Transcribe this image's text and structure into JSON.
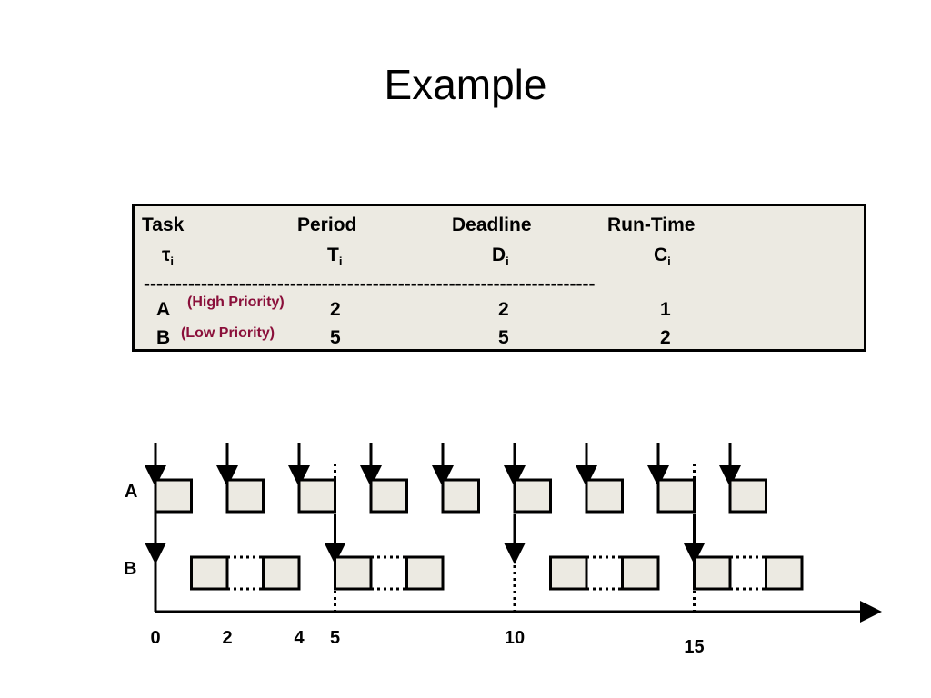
{
  "slide": {
    "title": "Example"
  },
  "task_table": {
    "headers": {
      "task": "Task",
      "period": "Period",
      "deadline": "Deadline",
      "runtime": "Run-Time"
    },
    "symbols": {
      "task": "τ",
      "period": "T",
      "deadline": "D",
      "runtime": "C",
      "subscript": "i"
    },
    "separator": "-----------------------------------------------------------------------",
    "rows": [
      {
        "task": "A",
        "priority": "(High Priority)",
        "period": "2",
        "deadline": "2",
        "runtime": "1"
      },
      {
        "task": "B",
        "priority": "(Low Priority)",
        "period": "5",
        "deadline": "5",
        "runtime": "2"
      }
    ]
  },
  "timeline": {
    "row_labels": [
      "A",
      "B"
    ],
    "tick_labels": [
      {
        "value": 0,
        "label": "0"
      },
      {
        "value": 2,
        "label": "2"
      },
      {
        "value": 4,
        "label": "4"
      },
      {
        "value": 5,
        "label": "5"
      },
      {
        "value": 10,
        "label": "10"
      },
      {
        "value": 15,
        "label": "15"
      }
    ],
    "task_a": {
      "releases": [
        0,
        2,
        4,
        6,
        8,
        10,
        12,
        14,
        16
      ],
      "executions": [
        [
          0,
          1
        ],
        [
          2,
          3
        ],
        [
          4,
          5
        ],
        [
          6,
          7
        ],
        [
          8,
          9
        ],
        [
          10,
          11
        ],
        [
          12,
          13
        ],
        [
          14,
          15
        ],
        [
          16,
          17
        ]
      ]
    },
    "task_b": {
      "releases": [
        0,
        5,
        10,
        15
      ],
      "executions": [
        [
          1,
          2
        ],
        [
          3,
          4
        ],
        [
          5,
          6
        ],
        [
          7,
          8
        ],
        [
          11,
          12
        ],
        [
          13,
          14
        ],
        [
          15,
          16
        ],
        [
          17,
          18
        ]
      ],
      "preempted": [
        [
          2,
          3
        ],
        [
          6,
          7
        ],
        [
          12,
          13
        ],
        [
          16,
          17
        ]
      ]
    },
    "period_markers": [
      5,
      10,
      15
    ],
    "colors": {
      "box_fill": "#eceae2",
      "stroke": "#000000",
      "priority_text": "#8a0f3a"
    }
  }
}
